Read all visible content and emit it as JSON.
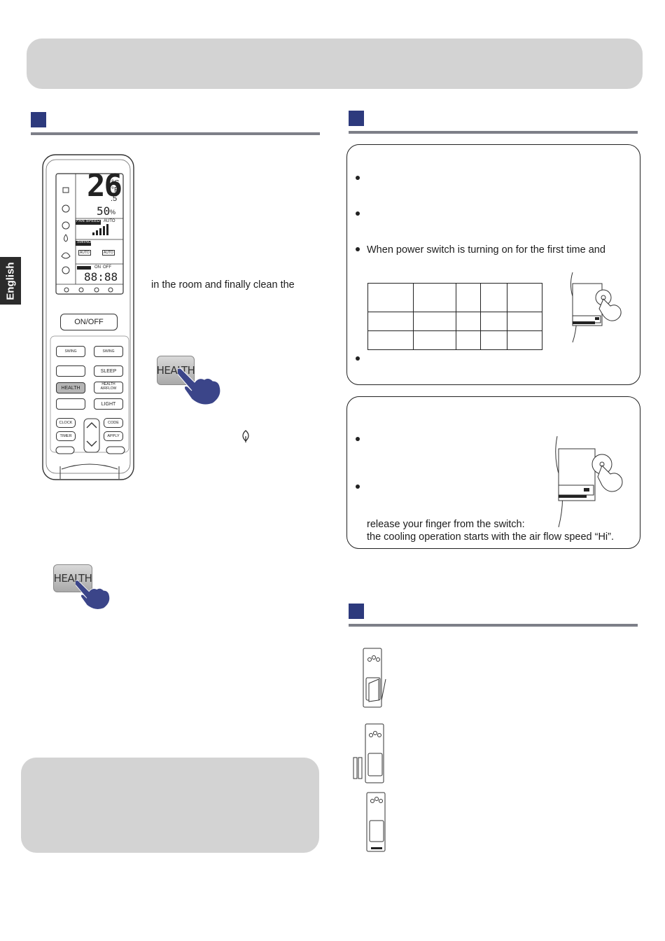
{
  "sidebar": {
    "language_tab": "English"
  },
  "remote": {
    "display": {
      "temperature": "26",
      "decimal": ".5",
      "unit_c": "°C",
      "unit_f": "°F",
      "humidity": "50",
      "humidity_unit": "%",
      "fan_speed_label": "FAN SPEED",
      "auto_label": "AUTO",
      "swing_label": "SWING",
      "auto_a": "AUTO",
      "auto_b": "AUTO",
      "on_label": "ON",
      "off_label": "OFF",
      "time": "88:88"
    },
    "buttons": {
      "on_off": "ON/OFF",
      "swing_left": "SWING",
      "swing_right": "SWING",
      "sleep": "SLEEP",
      "health": "HEALTH",
      "health_airflow_1": "HEALTH",
      "health_airflow_2": "AIRFLOW",
      "light": "LIGHT",
      "clock": "CLOCK",
      "code": "CODE",
      "timer": "TIMER",
      "apply": "APPLY"
    }
  },
  "health_section": {
    "text_line": "in the room and finally clean the",
    "health_button_label": "HEALTH"
  },
  "emergency_box": {
    "bullet_3": "When power switch is turning on for the first time and"
  },
  "forced_box": {
    "line_1": "release your finger from the switch:",
    "line_2": "the cooling operation starts with the air flow speed “Hi”."
  }
}
